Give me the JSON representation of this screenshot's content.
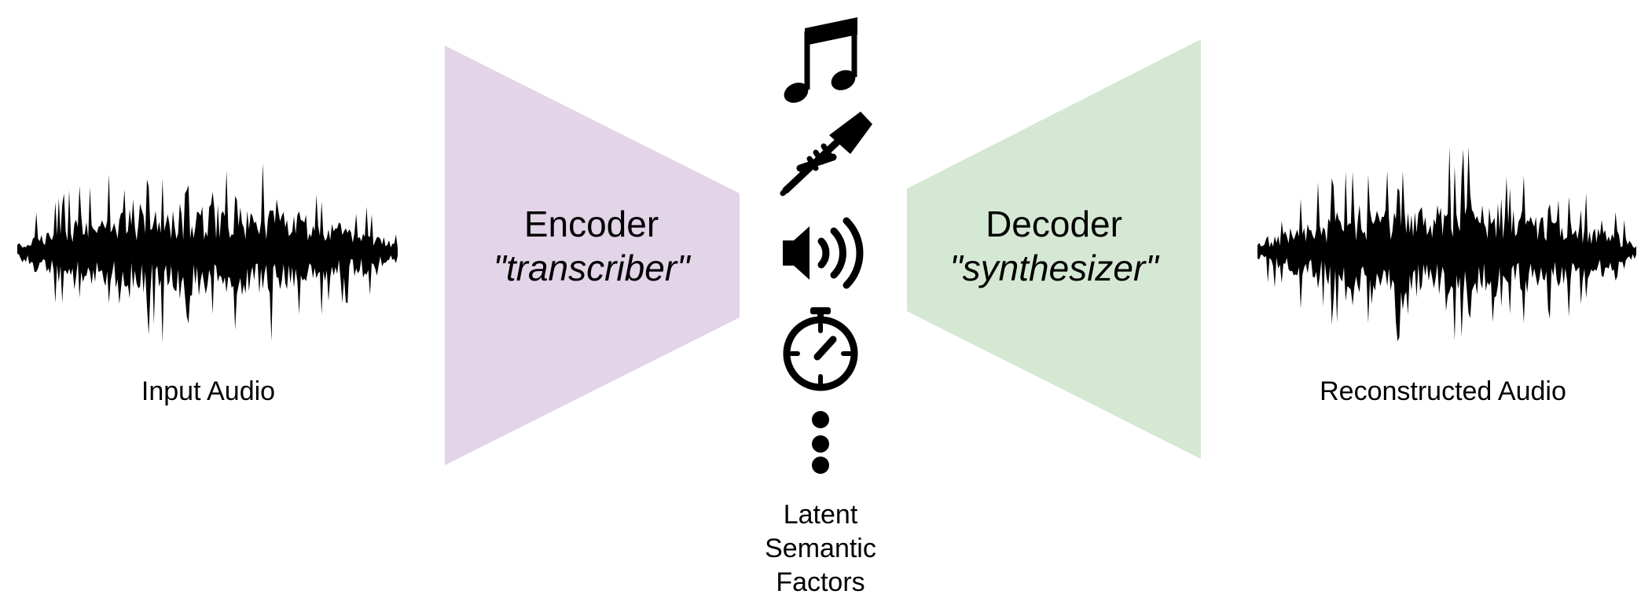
{
  "input": {
    "label": "Input Audio"
  },
  "encoder": {
    "title": "Encoder",
    "subtitle": "\"transcriber\"",
    "color": "#e1d5e7"
  },
  "decoder": {
    "title": "Decoder",
    "subtitle": "\"synthesizer\"",
    "color": "#d5e8d4"
  },
  "latent": {
    "lines": [
      "Latent",
      "Semantic",
      "Factors"
    ],
    "icons": [
      "music-note-icon",
      "trumpet-icon",
      "speaker-volume-icon",
      "stopwatch-icon",
      "vertical-ellipsis-icon"
    ]
  },
  "output": {
    "label": "Reconstructed Audio"
  }
}
